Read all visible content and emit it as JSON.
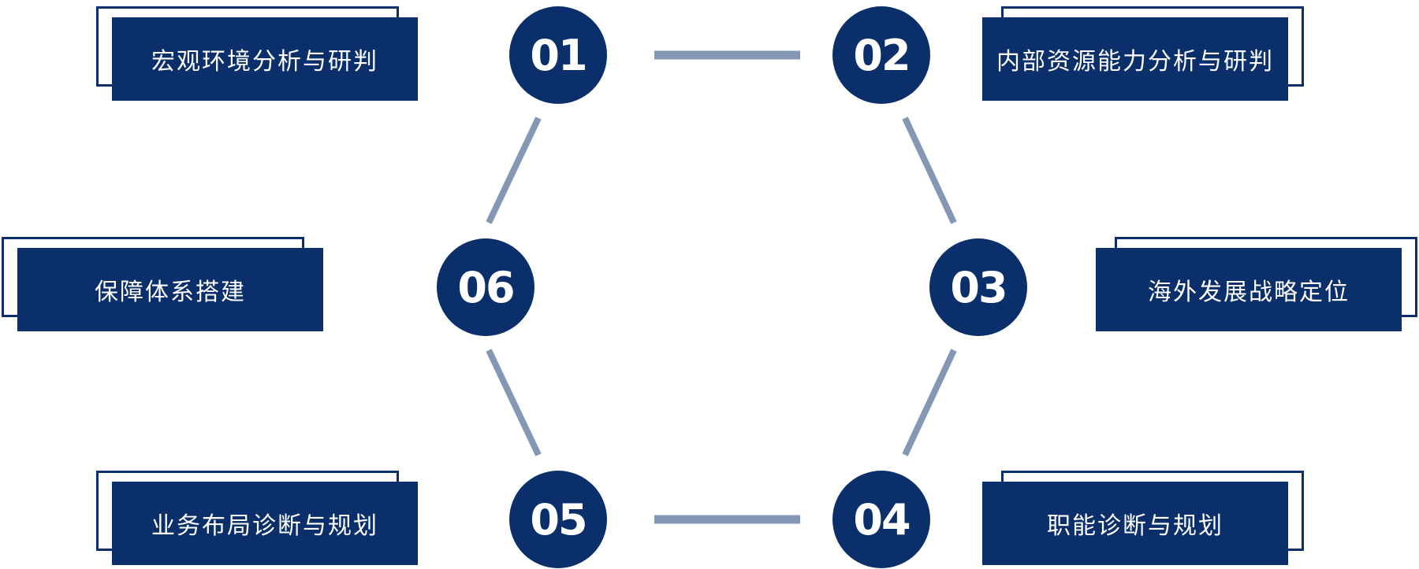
{
  "colors": {
    "primary": "#0b2f6b",
    "connector": "#8497b5",
    "background": "#ffffff"
  },
  "nodes": [
    {
      "number": "01",
      "label": "宏观环境分析与研判"
    },
    {
      "number": "02",
      "label": "内部资源能力分析与研判"
    },
    {
      "number": "03",
      "label": "海外发展战略定位"
    },
    {
      "number": "04",
      "label": "职能诊断与规划"
    },
    {
      "number": "05",
      "label": "业务布局诊断与规划"
    },
    {
      "number": "06",
      "label": "保障体系搭建"
    }
  ]
}
